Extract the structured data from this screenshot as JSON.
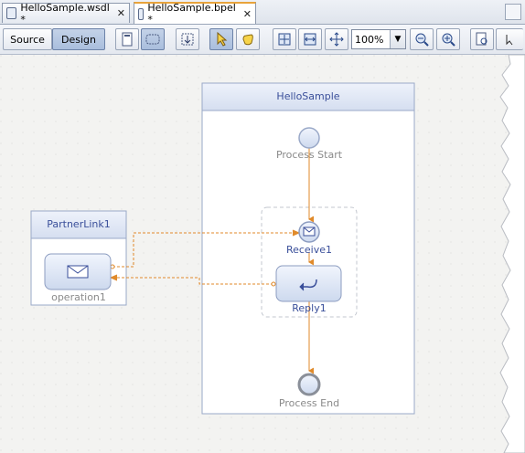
{
  "tabs": [
    {
      "label": "HelloSample.wsdl *",
      "active": false,
      "icon": "wsdl-file-icon"
    },
    {
      "label": "HelloSample.bpel *",
      "active": true,
      "icon": "bpel-file-icon"
    }
  ],
  "toolbar": {
    "source_label": "Source",
    "design_label": "Design",
    "zoom_value": "100%"
  },
  "diagram": {
    "process_name": "HelloSample",
    "partner_link": "PartnerLink1",
    "operation": "operation1",
    "process_start": "Process Start",
    "receive": "Receive1",
    "reply": "Reply1",
    "process_end": "Process End"
  },
  "colors": {
    "flow_line": "#e08a2a",
    "box_border": "#9aa9c8",
    "header_text": "#3a4f9a"
  }
}
